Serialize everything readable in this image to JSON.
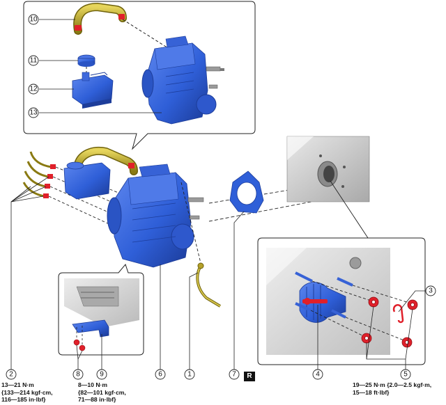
{
  "callouts": {
    "c1": "1",
    "c2": "2",
    "c3": "3",
    "c4": "4",
    "c5": "5",
    "c6": "6",
    "c7": "7",
    "c8": "8",
    "c9": "9",
    "c10": "10",
    "c11": "11",
    "c12": "12",
    "c13": "13"
  },
  "torque_specs": {
    "spec_2": [
      "13—21 N·m",
      "{133—214 kgf·cm,",
      "116—185 in·lbf}"
    ],
    "spec_8": [
      "8—10 N·m",
      "{82—101 kgf·cm,",
      "71—88 in·lbf}"
    ],
    "spec_5": [
      "19—25 N·m {2.0—2.5 kgf·m,",
      "15—18 ft·lbf}"
    ]
  },
  "r_badge": "R",
  "colors": {
    "component_blue": "#2f5fd8",
    "component_blue_dark": "#1d3d9a",
    "hose_olive": "#b5a12a",
    "fastener_red": "#e0202a",
    "panel_gray": "#c8c8c8"
  }
}
